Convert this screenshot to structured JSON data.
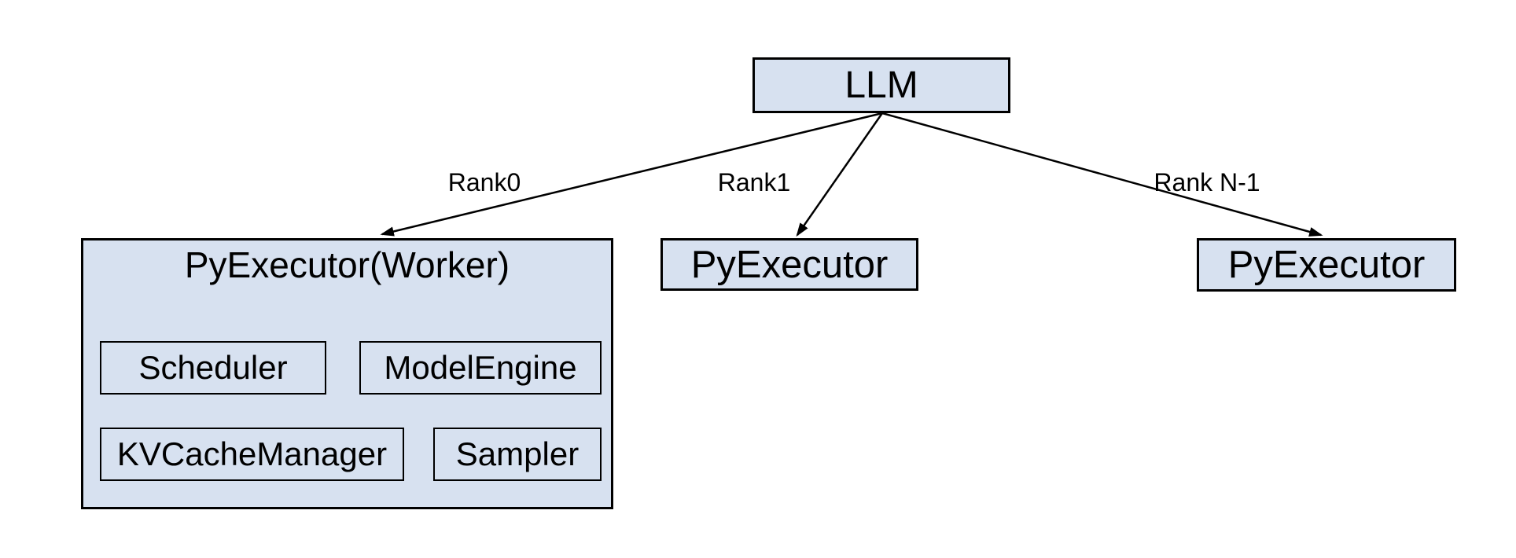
{
  "diagram": {
    "llm_box": {
      "label": "LLM"
    },
    "edges": [
      {
        "label": "Rank0"
      },
      {
        "label": "Rank1"
      },
      {
        "label": "Rank N-1"
      }
    ],
    "worker_detail": {
      "title": "PyExecutor(Worker)",
      "components": [
        {
          "label": "Scheduler"
        },
        {
          "label": "ModelEngine"
        },
        {
          "label": "KVCacheManager"
        },
        {
          "label": "Sampler"
        }
      ]
    },
    "executor_rank1": {
      "label": "PyExecutor"
    },
    "executor_rankN": {
      "label": "PyExecutor"
    },
    "colors": {
      "box_fill": "#d7e1f0",
      "box_border": "#000000",
      "edge_color": "#000000",
      "background": "#ffffff"
    }
  }
}
